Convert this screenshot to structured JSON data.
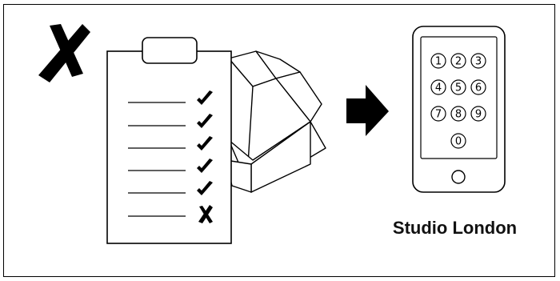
{
  "caption": "Studio London",
  "keypad": {
    "rows": [
      [
        "1",
        "2",
        "3"
      ],
      [
        "4",
        "5",
        "6"
      ],
      [
        "7",
        "8",
        "9"
      ],
      [
        "0"
      ]
    ]
  },
  "checklist": {
    "marks": [
      "check",
      "check",
      "check",
      "check",
      "check",
      "cross"
    ]
  },
  "icons": {
    "big_cross": "cross-mark-icon",
    "arrow": "right-arrow-icon",
    "box": "open-box-icon",
    "clipboard": "clipboard-icon",
    "phone": "smartphone-icon"
  },
  "colors": {
    "ink": "#000000",
    "background": "#ffffff"
  }
}
